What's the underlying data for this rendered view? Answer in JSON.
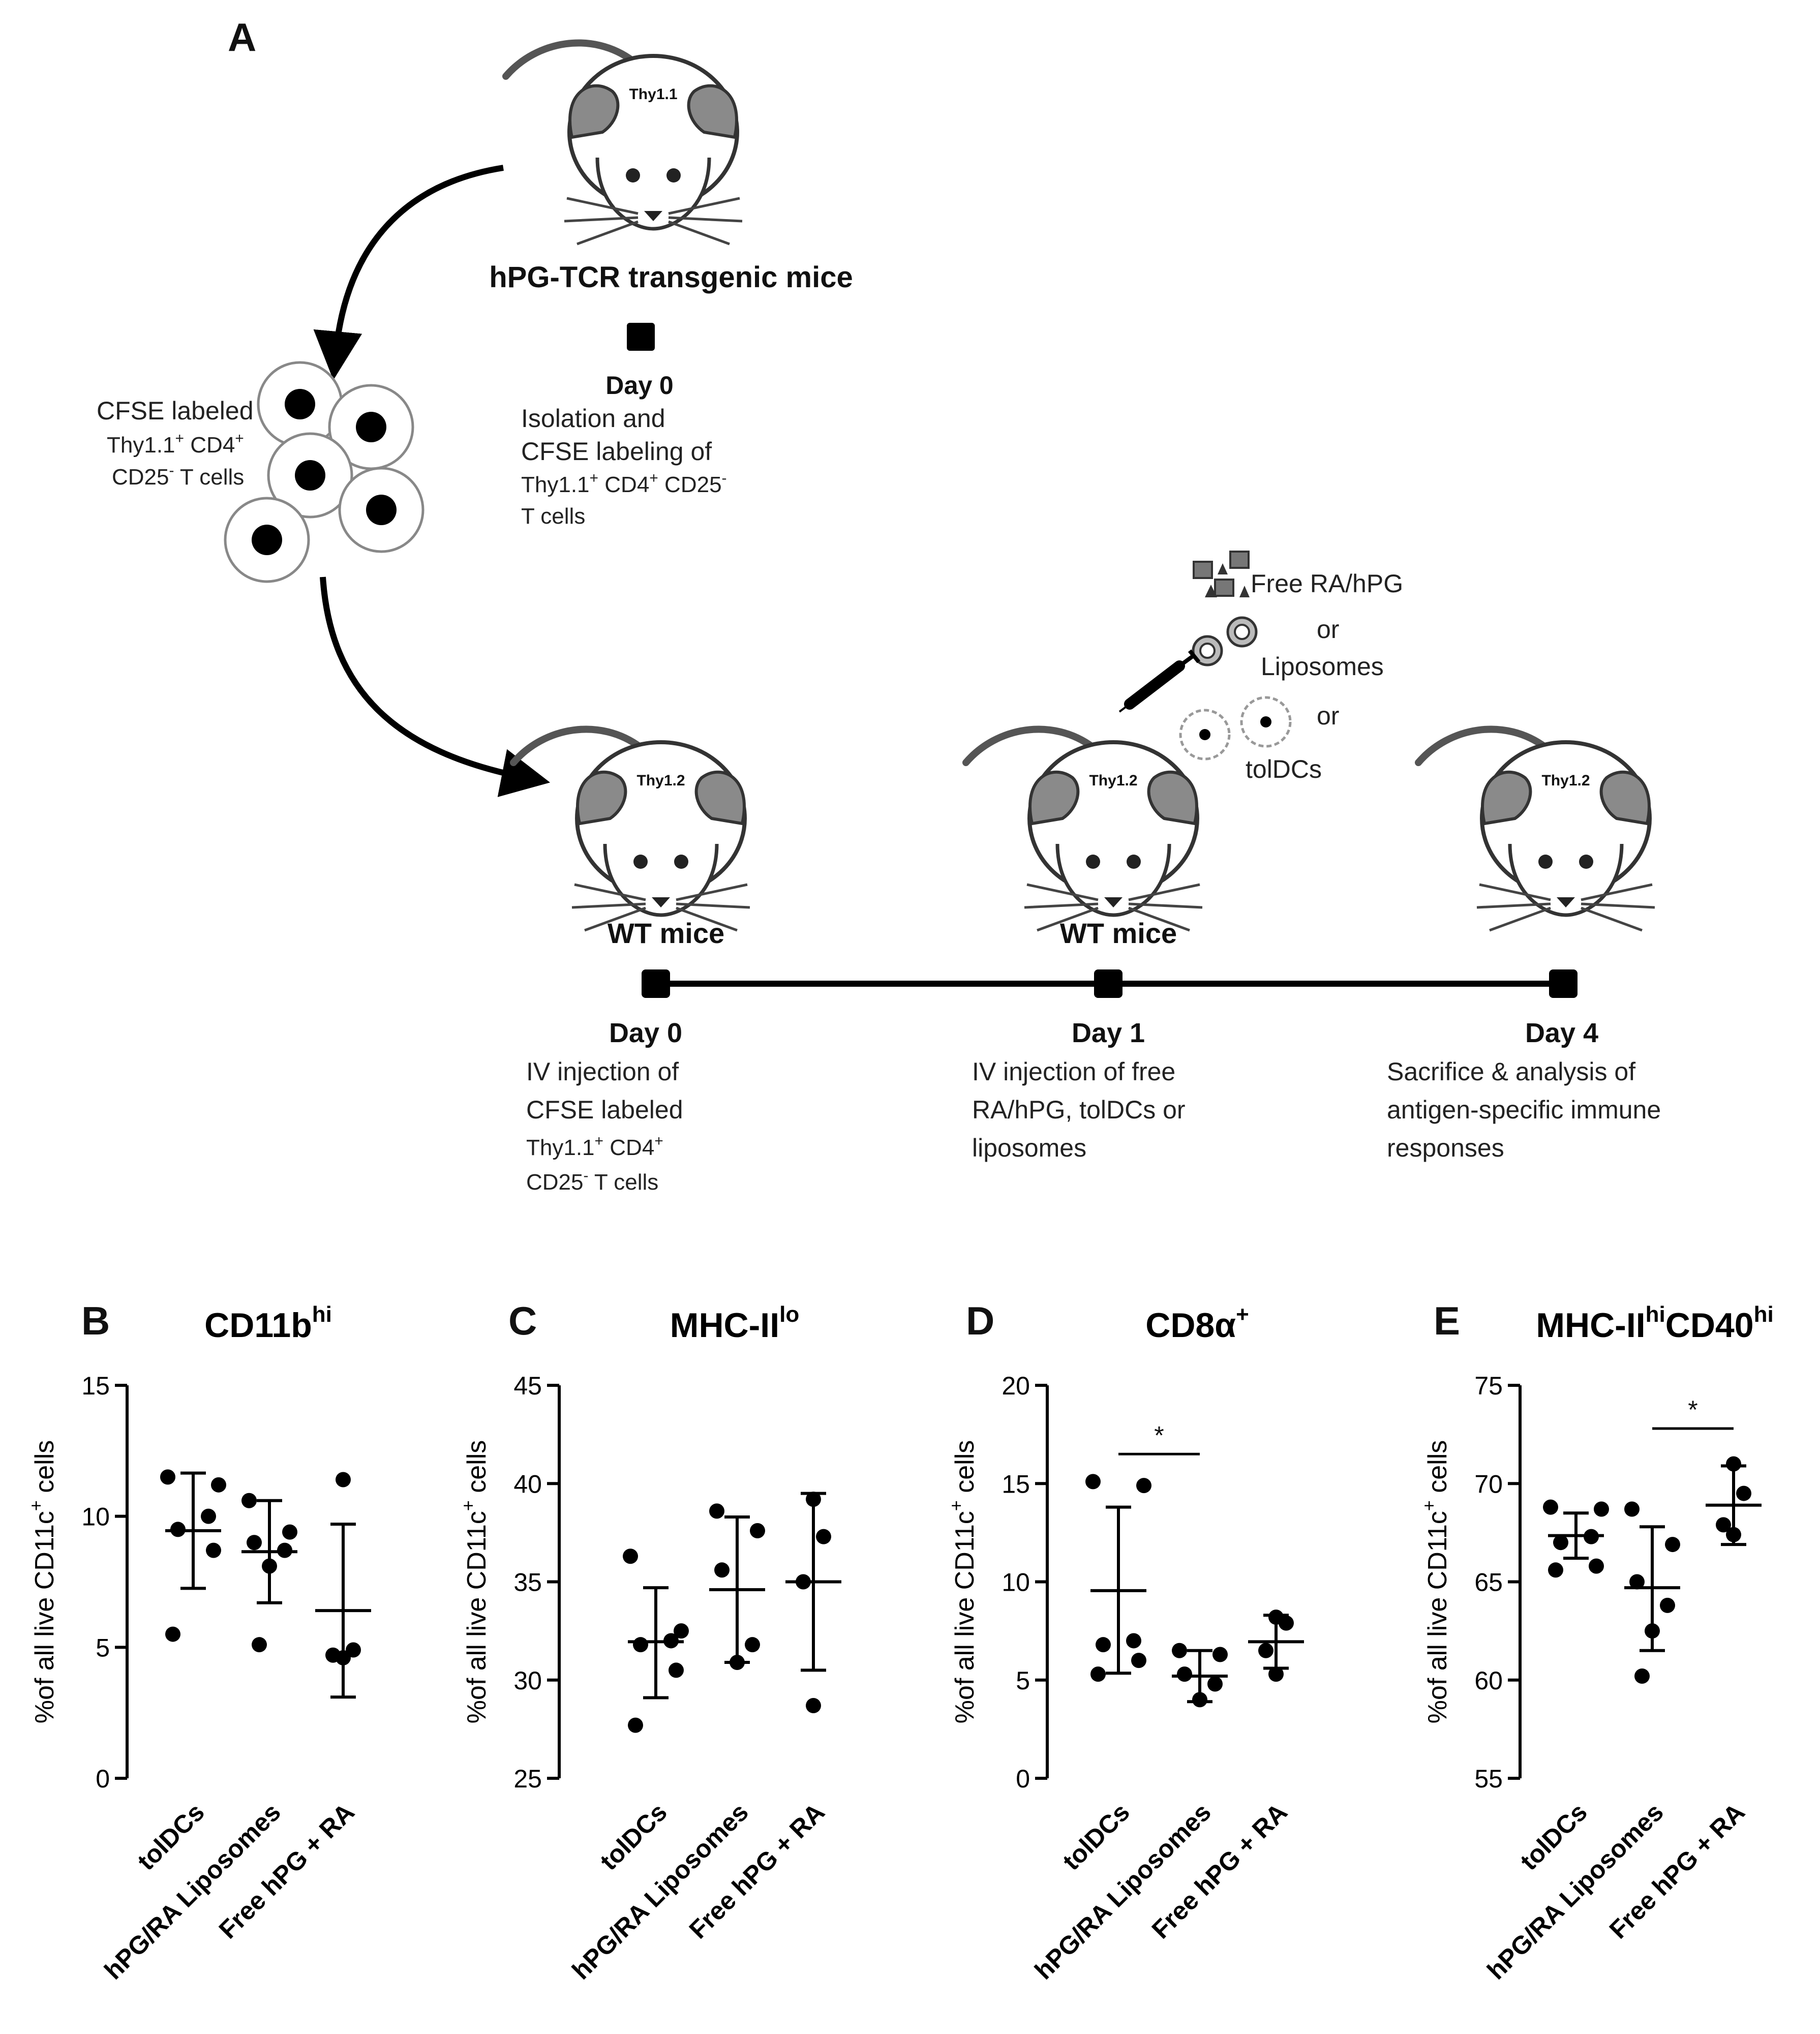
{
  "panel_a": {
    "letter": "A",
    "donor_label": "hPG-TCR transgenic mice",
    "donor_mouse_label": "Thy1.1",
    "recipient_mouse_label": "Thy1.2",
    "day0_top": {
      "title": "Day 0",
      "lines": [
        "Isolation and",
        "CFSE labeling of",
        "Thy1.1",
        "+",
        " CD4",
        "+",
        " CD25",
        "-",
        "T cells"
      ]
    },
    "cells_label": [
      "CFSE labeled",
      "Thy1.1",
      "+",
      " CD4",
      "+",
      "CD25",
      "-",
      " T cells"
    ],
    "wt_label": "WT mice",
    "treatments": {
      "free": "Free RA/hPG",
      "or": "or",
      "liposomes": "Liposomes",
      "toldcs": "tolDCs"
    },
    "timeline": [
      {
        "title": "Day 0",
        "lines": [
          "IV injection of",
          "CFSE labeled",
          "Thy1.1",
          "+",
          " CD4",
          "+",
          "CD25",
          "-",
          " T cells"
        ]
      },
      {
        "title": "Day 1",
        "lines": [
          "IV injection of free",
          "RA/hPG, tolDCs or",
          "liposomes"
        ]
      },
      {
        "title": "Day 4",
        "lines": [
          "Sacrifice & analysis of",
          "antigen-specific immune",
          "responses"
        ]
      }
    ]
  },
  "chart_data": [
    {
      "type": "scatter",
      "letter": "B",
      "title": "CD11b",
      "title_sup": "hi",
      "ylabel": "%of all live CD11c",
      "ylabel_sup": "+",
      "ylabel_tail": " cells",
      "categories": [
        "tolDCs",
        "hPG/RA Liposomes",
        "Free hPG + RA"
      ],
      "ylim": [
        0,
        15
      ],
      "yticks": [
        0,
        5,
        10,
        15
      ],
      "points": [
        [
          11.5,
          11.2,
          10.0,
          9.5,
          8.7,
          5.5
        ],
        [
          10.6,
          9.4,
          9.0,
          8.7,
          8.1,
          5.1
        ],
        [
          11.4,
          4.9,
          4.7,
          4.6
        ]
      ],
      "means": [
        9.45,
        8.65,
        6.4
      ],
      "sd": [
        [
          7.25,
          11.65
        ],
        [
          6.7,
          10.6
        ],
        [
          3.1,
          9.7
        ]
      ],
      "significance": []
    },
    {
      "type": "scatter",
      "letter": "C",
      "title": "MHC-II",
      "title_sup": "lo",
      "ylabel": "%of all live CD11c",
      "ylabel_sup": "+",
      "ylabel_tail": " cells",
      "categories": [
        "tolDCs",
        "hPG/RA Liposomes",
        "Free hPG + RA"
      ],
      "ylim": [
        25,
        45
      ],
      "yticks": [
        25,
        30,
        35,
        40,
        45
      ],
      "points": [
        [
          36.3,
          32.5,
          32.0,
          31.8,
          30.5,
          27.7
        ],
        [
          38.6,
          37.6,
          35.6,
          31.8,
          30.9
        ],
        [
          39.2,
          37.3,
          35.0,
          28.7
        ]
      ],
      "means": [
        31.95,
        34.6,
        35.0
      ],
      "sd": [
        [
          29.1,
          34.7
        ],
        [
          30.9,
          38.3
        ],
        [
          30.5,
          39.5
        ]
      ],
      "significance": []
    },
    {
      "type": "scatter",
      "letter": "D",
      "title": "CD8α",
      "title_sup": "+",
      "ylabel": "%of all live CD11c",
      "ylabel_sup": "+",
      "ylabel_tail": " cells",
      "categories": [
        "tolDCs",
        "hPG/RA Liposomes",
        "Free hPG + RA"
      ],
      "ylim": [
        0,
        20
      ],
      "yticks": [
        0,
        5,
        10,
        15,
        20
      ],
      "points": [
        [
          15.1,
          14.9,
          7.0,
          6.8,
          6.0,
          5.3
        ],
        [
          6.5,
          6.3,
          5.3,
          4.8,
          4.0
        ],
        [
          8.2,
          7.9,
          6.5,
          5.3
        ]
      ],
      "means": [
        9.55,
        5.2,
        6.95
      ],
      "sd": [
        [
          5.35,
          13.8
        ],
        [
          3.9,
          6.5
        ],
        [
          5.6,
          8.3
        ]
      ],
      "significance": [
        {
          "from": 0,
          "to": 1,
          "y": 16.5,
          "label": "*"
        }
      ]
    },
    {
      "type": "scatter",
      "letter": "E",
      "title": "MHC-II",
      "title_sup": "hi",
      "title2": "CD40",
      "title2_sup": "hi",
      "ylabel": "%of all live CD11c",
      "ylabel_sup": "+",
      "ylabel_tail": " cells",
      "categories": [
        "tolDCs",
        "hPG/RA Liposomes",
        "Free hPG + RA"
      ],
      "ylim": [
        55,
        75
      ],
      "yticks": [
        55,
        60,
        65,
        70,
        75
      ],
      "points": [
        [
          68.8,
          68.7,
          67.3,
          67.0,
          65.8,
          65.6
        ],
        [
          68.7,
          66.9,
          65.0,
          63.8,
          62.5,
          60.2
        ],
        [
          71.0,
          69.5,
          67.9,
          67.4
        ]
      ],
      "means": [
        67.35,
        64.7,
        68.9
      ],
      "sd": [
        [
          66.2,
          68.5
        ],
        [
          61.5,
          67.8
        ],
        [
          66.9,
          70.9
        ]
      ],
      "significance": [
        {
          "from": 1,
          "to": 2,
          "y": 72.8,
          "label": "*"
        }
      ]
    }
  ]
}
